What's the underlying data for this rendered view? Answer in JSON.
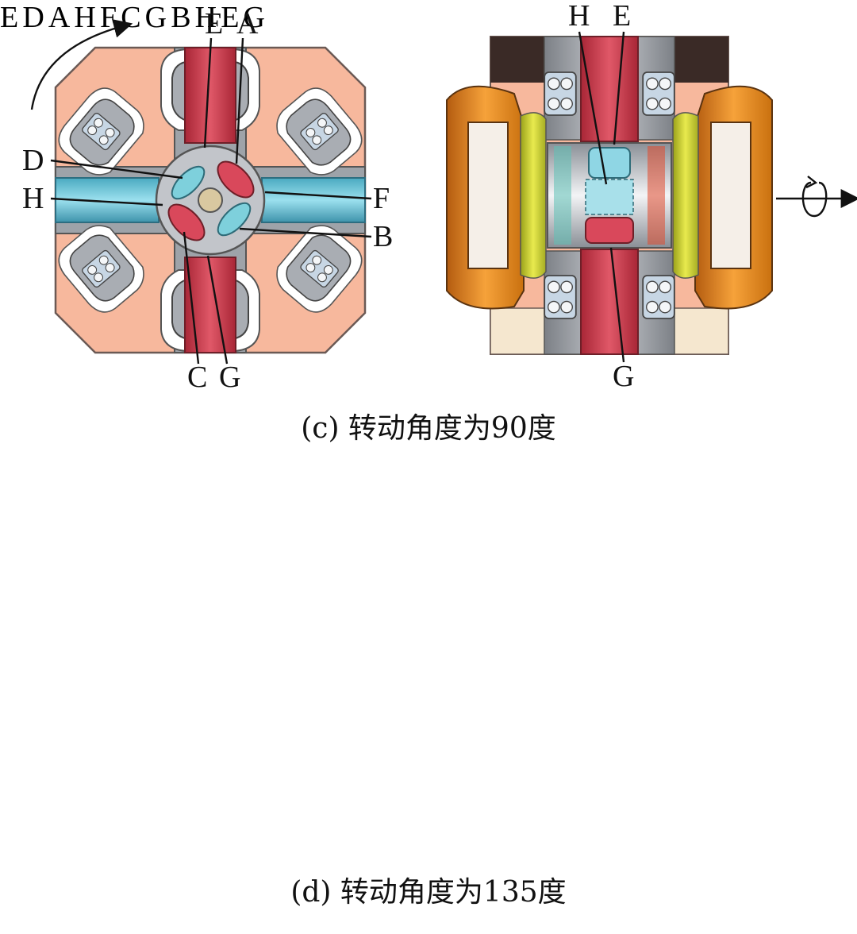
{
  "figure": {
    "panels": [
      {
        "id": "c",
        "caption": "(c) 转动角度为90度",
        "section_view": {
          "rotation_arrow_icon": "clockwise-arrow-icon",
          "labels": [
            "E",
            "A",
            "D",
            "H",
            "F",
            "B",
            "C",
            "G"
          ]
        },
        "side_view": {
          "labels": [
            "H",
            "E",
            "G"
          ],
          "axis_rotation_icon": "rotation-about-axis-icon"
        }
      },
      {
        "id": "d",
        "caption": "(d) 转动角度为135度",
        "section_view": {
          "rotation_arrow_icon": "clockwise-arrow-icon",
          "labels": [
            "E",
            "D",
            "A",
            "H",
            "F",
            "C",
            "G",
            "B"
          ]
        },
        "side_view": {
          "labels": [
            "H",
            "E",
            "G"
          ],
          "axis_rotation_icon": "rotation-about-axis-icon"
        }
      }
    ]
  },
  "colors": {
    "housing": "#f7b89d",
    "housing_edge": "#6b5a55",
    "gray_part": "#a9adb3",
    "red_port": "#c93a4d",
    "blue_port": "#6fc9dc",
    "bearing_bg": "#c7d6e4",
    "orange_frame": "#ef9520",
    "yellow_plate": "#d9d836",
    "hub": "#bcbcbc"
  }
}
